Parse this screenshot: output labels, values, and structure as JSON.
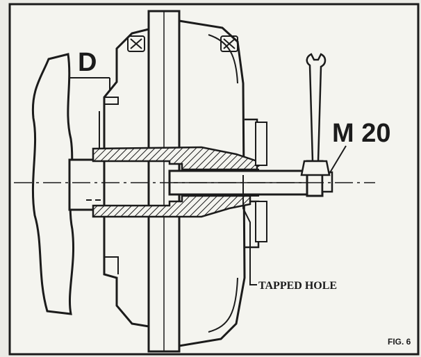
{
  "labels": {
    "gap": "D",
    "thread": "M 20",
    "tapped_hole": "TAPPED HOLE",
    "figure": "FIG. 6"
  },
  "colors": {
    "ink": "#1b1b1b",
    "paper": "#f4f4ef",
    "background": "#ebebe6"
  }
}
